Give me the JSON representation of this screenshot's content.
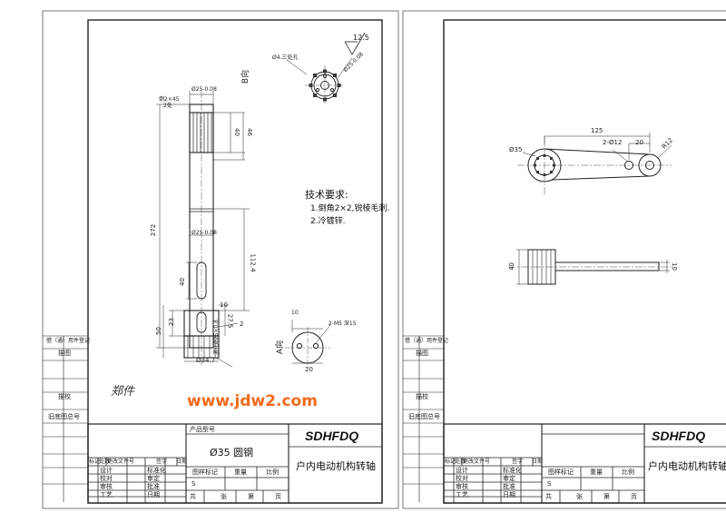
{
  "watermark": "www.jdw2.com",
  "signature": "郑件",
  "left_sheet": {
    "side_labels": [
      "借（通）用件登记",
      "描图",
      "描校",
      "旧底图总号"
    ],
    "title_block": {
      "product_model_label": "产品型号",
      "material": "Ø35 圆钢",
      "drawing_code": "SDHFDQ",
      "part_name": "户内电动机构转轴",
      "rev_headers": [
        "标记",
        "处数",
        "更改文件号",
        "签字",
        "日期"
      ],
      "staff_rows": [
        [
          "设计",
          "标准化"
        ],
        [
          "校对",
          "审定"
        ],
        [
          "审核",
          "批准"
        ],
        [
          "工艺",
          "日期"
        ]
      ],
      "stage_label": "图样标记",
      "weight_label": "重量",
      "scale_label": "比例",
      "stage_value": "S",
      "sheets_total": "共",
      "sheet_no": "张",
      "page_label": "第",
      "page_unit": "页"
    },
    "tech_req": {
      "title": "技术要求:",
      "items": [
        "1.倒角2×2,锐棱毛刺.",
        "2.冷镀锌."
      ]
    },
    "dims": {
      "roughness": "12.5",
      "top_dia": "Ø25-0.08",
      "chamfer": "倒2×45",
      "chamfer_b": "2处",
      "len_40": "40",
      "len_46": "46",
      "total_len": "272",
      "mid_dia": "Ø25-0.08",
      "len_1124": "112.4",
      "slot_40": "40",
      "len_10": "10",
      "len_23": "23",
      "len_27_5": "27.5",
      "len_50": "50",
      "gap_2": "2",
      "bottom_dia": "Ø34.7",
      "knurl": "滚花Ø25×0.8",
      "section_b": "B向",
      "section_a": "A向",
      "gear_note": "Ø4.三处孔",
      "gear_dia": "Ø25-0.08",
      "hole_note": "2-M5 深15",
      "width_20": "20",
      "tol_10": "10"
    }
  },
  "right_sheet": {
    "side_labels": [
      "借（通）用件登记",
      "描图",
      "描校",
      "旧底图总号"
    ],
    "title_block": {
      "drawing_code": "SDHFDQ",
      "part_name": "户内电动机构转轴",
      "rev_headers": [
        "标记",
        "处数",
        "更改文件号",
        "签字",
        "日期"
      ],
      "staff_rows": [
        [
          "设计",
          "标准化"
        ],
        [
          "校对",
          "审定"
        ],
        [
          "审核",
          "批准"
        ],
        [
          "工艺",
          "日期"
        ]
      ],
      "stage_label": "图样标记",
      "weight_label": "重量",
      "scale_label": "比例",
      "stage_value": "S",
      "sheets_total": "共",
      "sheet_no": "张",
      "page_label": "第",
      "page_unit": "页"
    },
    "dims": {
      "len_125": "125",
      "holes": "2-Ø12",
      "len_20": "20",
      "dia_35": "Ø35",
      "r12": "R12",
      "dim_40": "40",
      "dim_10": "10"
    }
  }
}
